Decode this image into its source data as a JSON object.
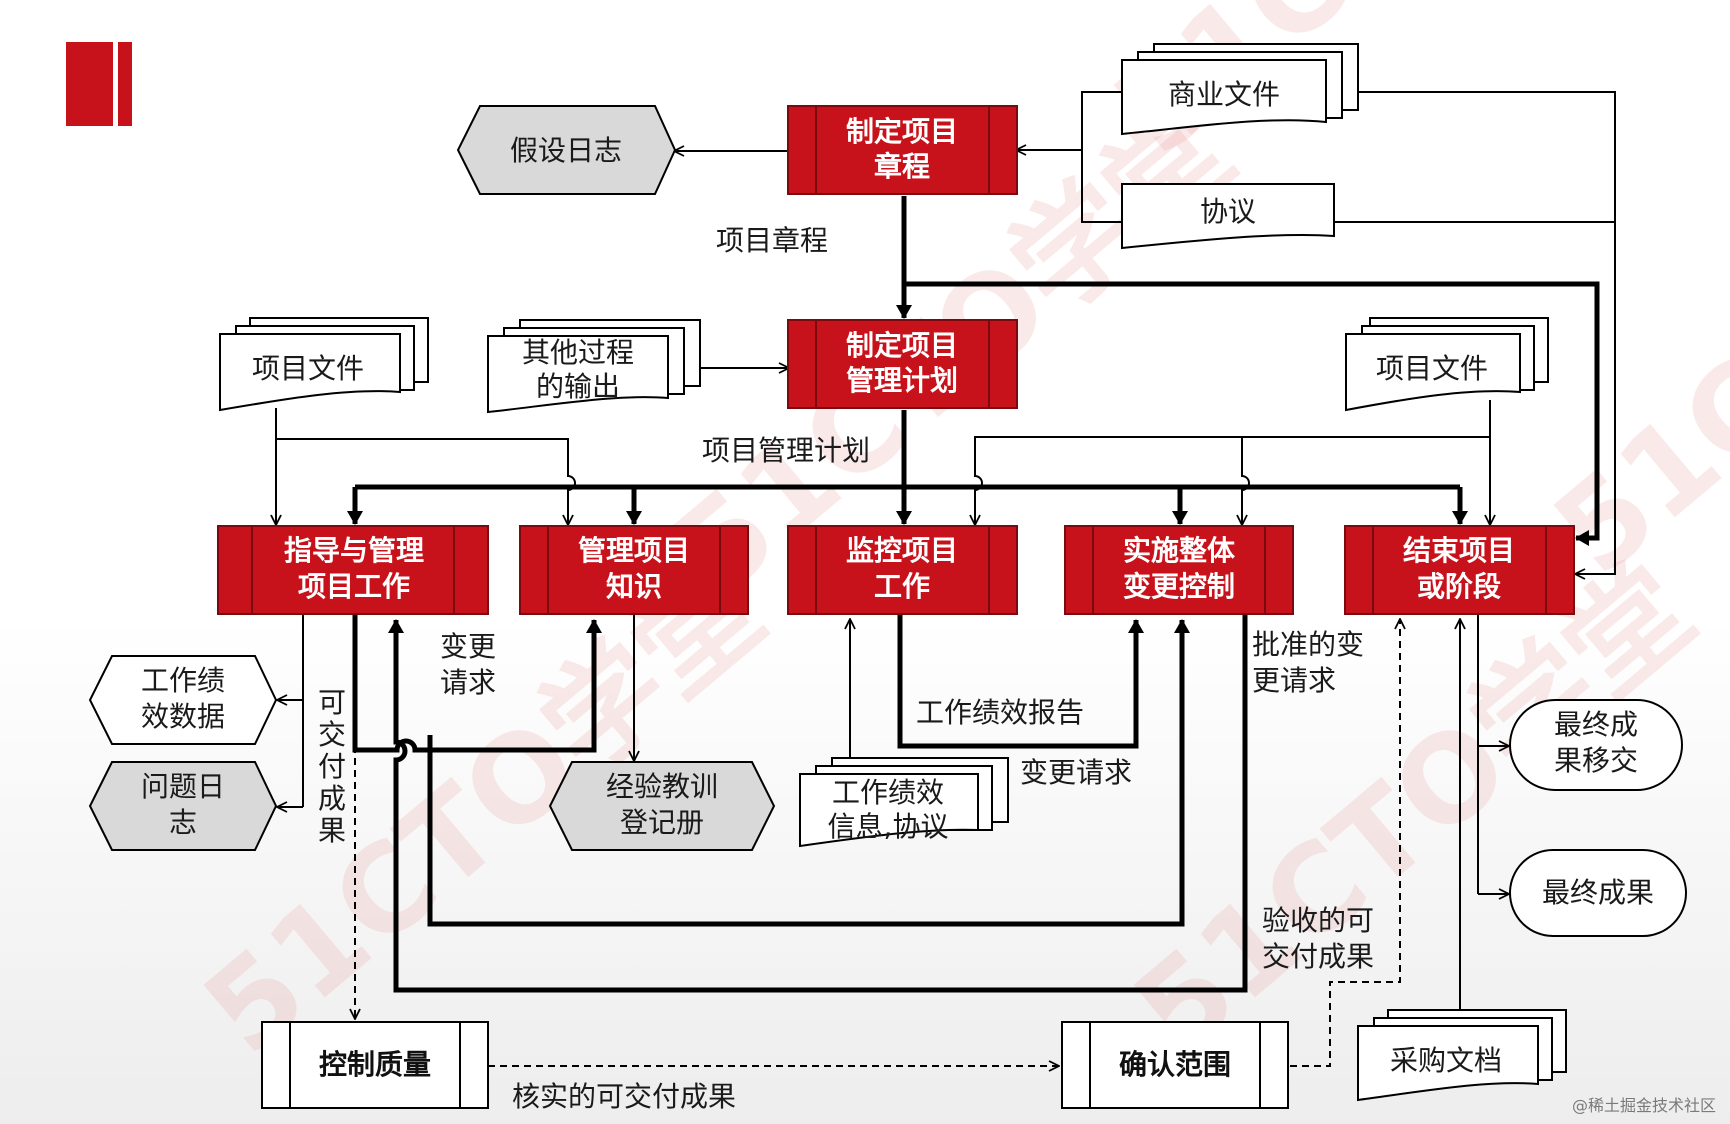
{
  "processes": {
    "develop_charter": [
      "制定项目",
      "章程"
    ],
    "develop_plan": [
      "制定项目",
      "管理计划"
    ],
    "direct_manage": [
      "指导与管理",
      "项目工作"
    ],
    "manage_knowledge": [
      "管理项目",
      "知识"
    ],
    "monitor_control": [
      "监控项目",
      "工作"
    ],
    "change_control": [
      "实施整体",
      "变更控制"
    ],
    "close_project": [
      "结束项目",
      "或阶段"
    ],
    "control_quality": "控制质量",
    "validate_scope": "确认范围"
  },
  "documents": {
    "business_docs": "商业文件",
    "agreements": "协议",
    "project_docs_left": "项目文件",
    "other_outputs": [
      "其他过程",
      "的输出"
    ],
    "project_docs_right": "项目文件",
    "work_perf_info": [
      "工作绩效",
      "信息,协议"
    ],
    "procurement_docs": "采购文档"
  },
  "outputs": {
    "assumption_log": "假设日志",
    "work_perf_data": [
      "工作绩",
      "效数据"
    ],
    "issue_log": [
      "问题日",
      "志"
    ],
    "lessons_learned": [
      "经验教训",
      "登记册"
    ],
    "final_transition": [
      "最终成",
      "果移交"
    ],
    "final_result": "最终成果"
  },
  "flow_labels": {
    "project_charter": "项目章程",
    "pm_plan": "项目管理计划",
    "change_requests_1": [
      "变更",
      "请求"
    ],
    "deliverables": [
      "可",
      "交",
      "付",
      "成",
      "果"
    ],
    "work_perf_reports": "工作绩效报告",
    "change_requests_2": "变更请求",
    "approved_changes": [
      "批准的变",
      "更请求"
    ],
    "accepted_deliverables": [
      "验收的可",
      "交付成果"
    ],
    "verified_deliverables": "核实的可交付成果"
  },
  "watermark": "51CTO学堂",
  "footer": "@稀土掘金技术社区",
  "colors": {
    "process_fill": "#c8121b",
    "process_border": "#7a0a0f",
    "output_fill": "#d9d9d9",
    "line": "#000000"
  }
}
